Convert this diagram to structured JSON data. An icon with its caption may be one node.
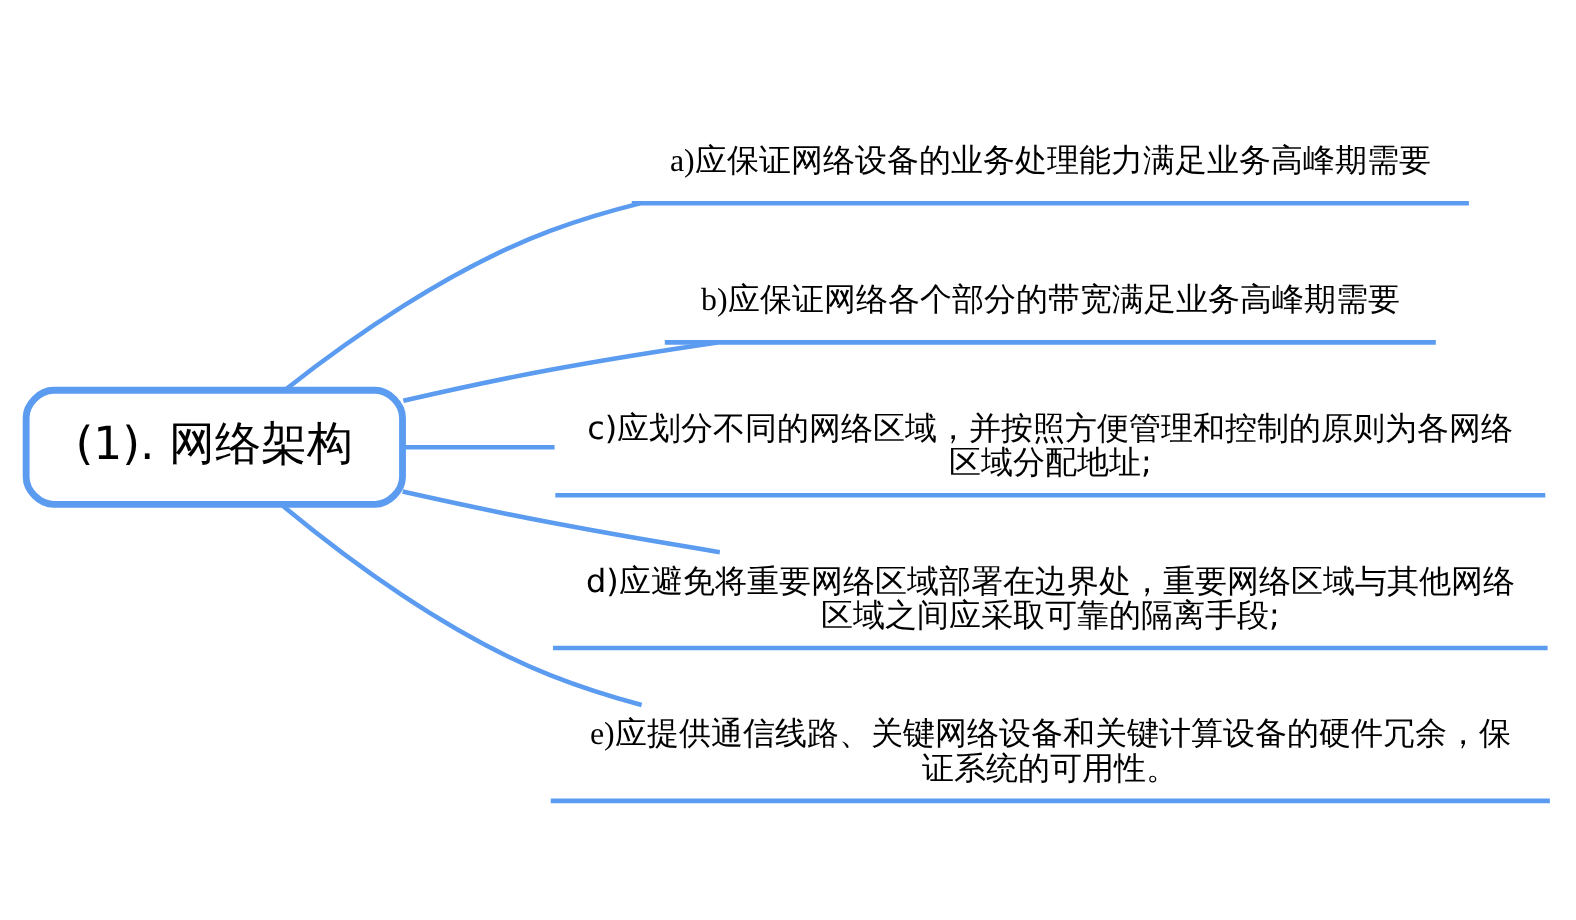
{
  "diagram": {
    "nodes": [
      {
        "text": [
          "(1). 网络架构"
        ]
      },
      {
        "text": [
          "a)应保证网络设备的业务处理能力满足业务高峰期需要"
        ]
      },
      {
        "text": [
          "b)应保证网络各个部分的带宽满足业务高峰期需要"
        ]
      },
      {
        "text": [
          "c)应划分不同的网络区域，并按照方便管理和控制的原则为各网络区域分配地址;"
        ]
      },
      {
        "text": [
          "d)应避免将重要网络区域部署在边界处，重要网络区域与其他网络区域之间应采取可靠的隔离手段;"
        ]
      },
      {
        "text": [
          "e)应提供通信线路、关键网络设备和关键计算设备的硬件冗余，保证系统的可用性。"
        ]
      }
    ],
    "edges": [
      {
        "from": 0,
        "to": 1,
        "arrow": "none"
      },
      {
        "from": 0,
        "to": 2,
        "arrow": "none"
      },
      {
        "from": 0,
        "to": 3,
        "arrow": "none"
      },
      {
        "from": 0,
        "to": 4,
        "arrow": "none"
      },
      {
        "from": 0,
        "to": 5,
        "arrow": "none"
      }
    ]
  }
}
